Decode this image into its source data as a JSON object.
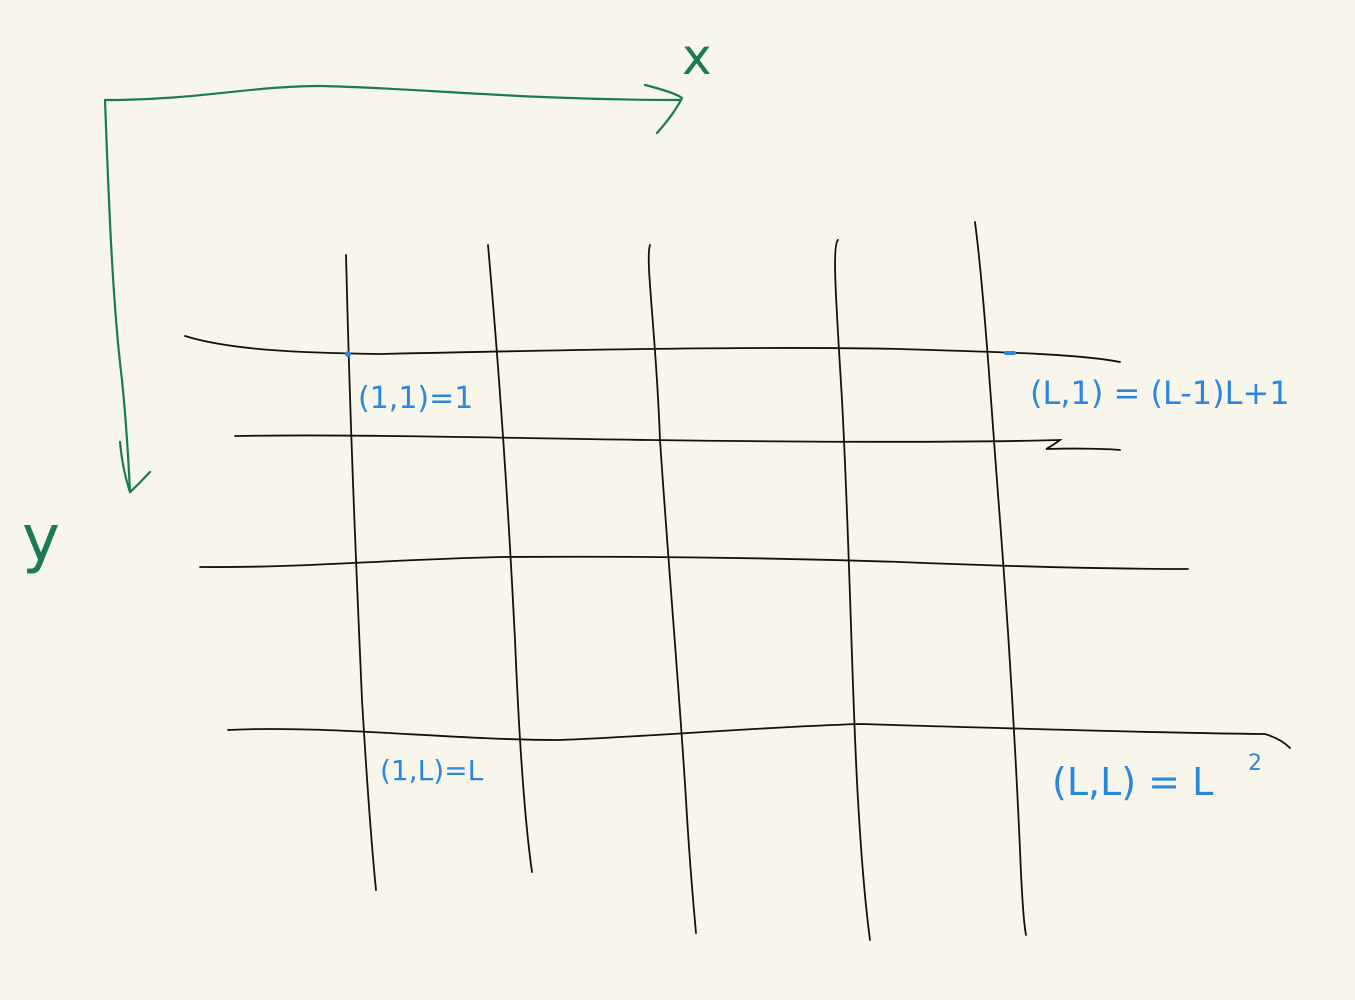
{
  "colors": {
    "background": "#f8f6ea",
    "grid": "#111111",
    "axis": "#1b7a55",
    "annotation": "#2b86e0"
  },
  "axes": {
    "x_label": "x",
    "y_label": "y"
  },
  "annotations": {
    "top_left": "(1,1)=1",
    "top_right": "(L,1) = (L-1)L+1",
    "bottom_left": "(1,L)=L",
    "bottom_right_base": "(L,L) = L",
    "bottom_right_exp": "2"
  }
}
